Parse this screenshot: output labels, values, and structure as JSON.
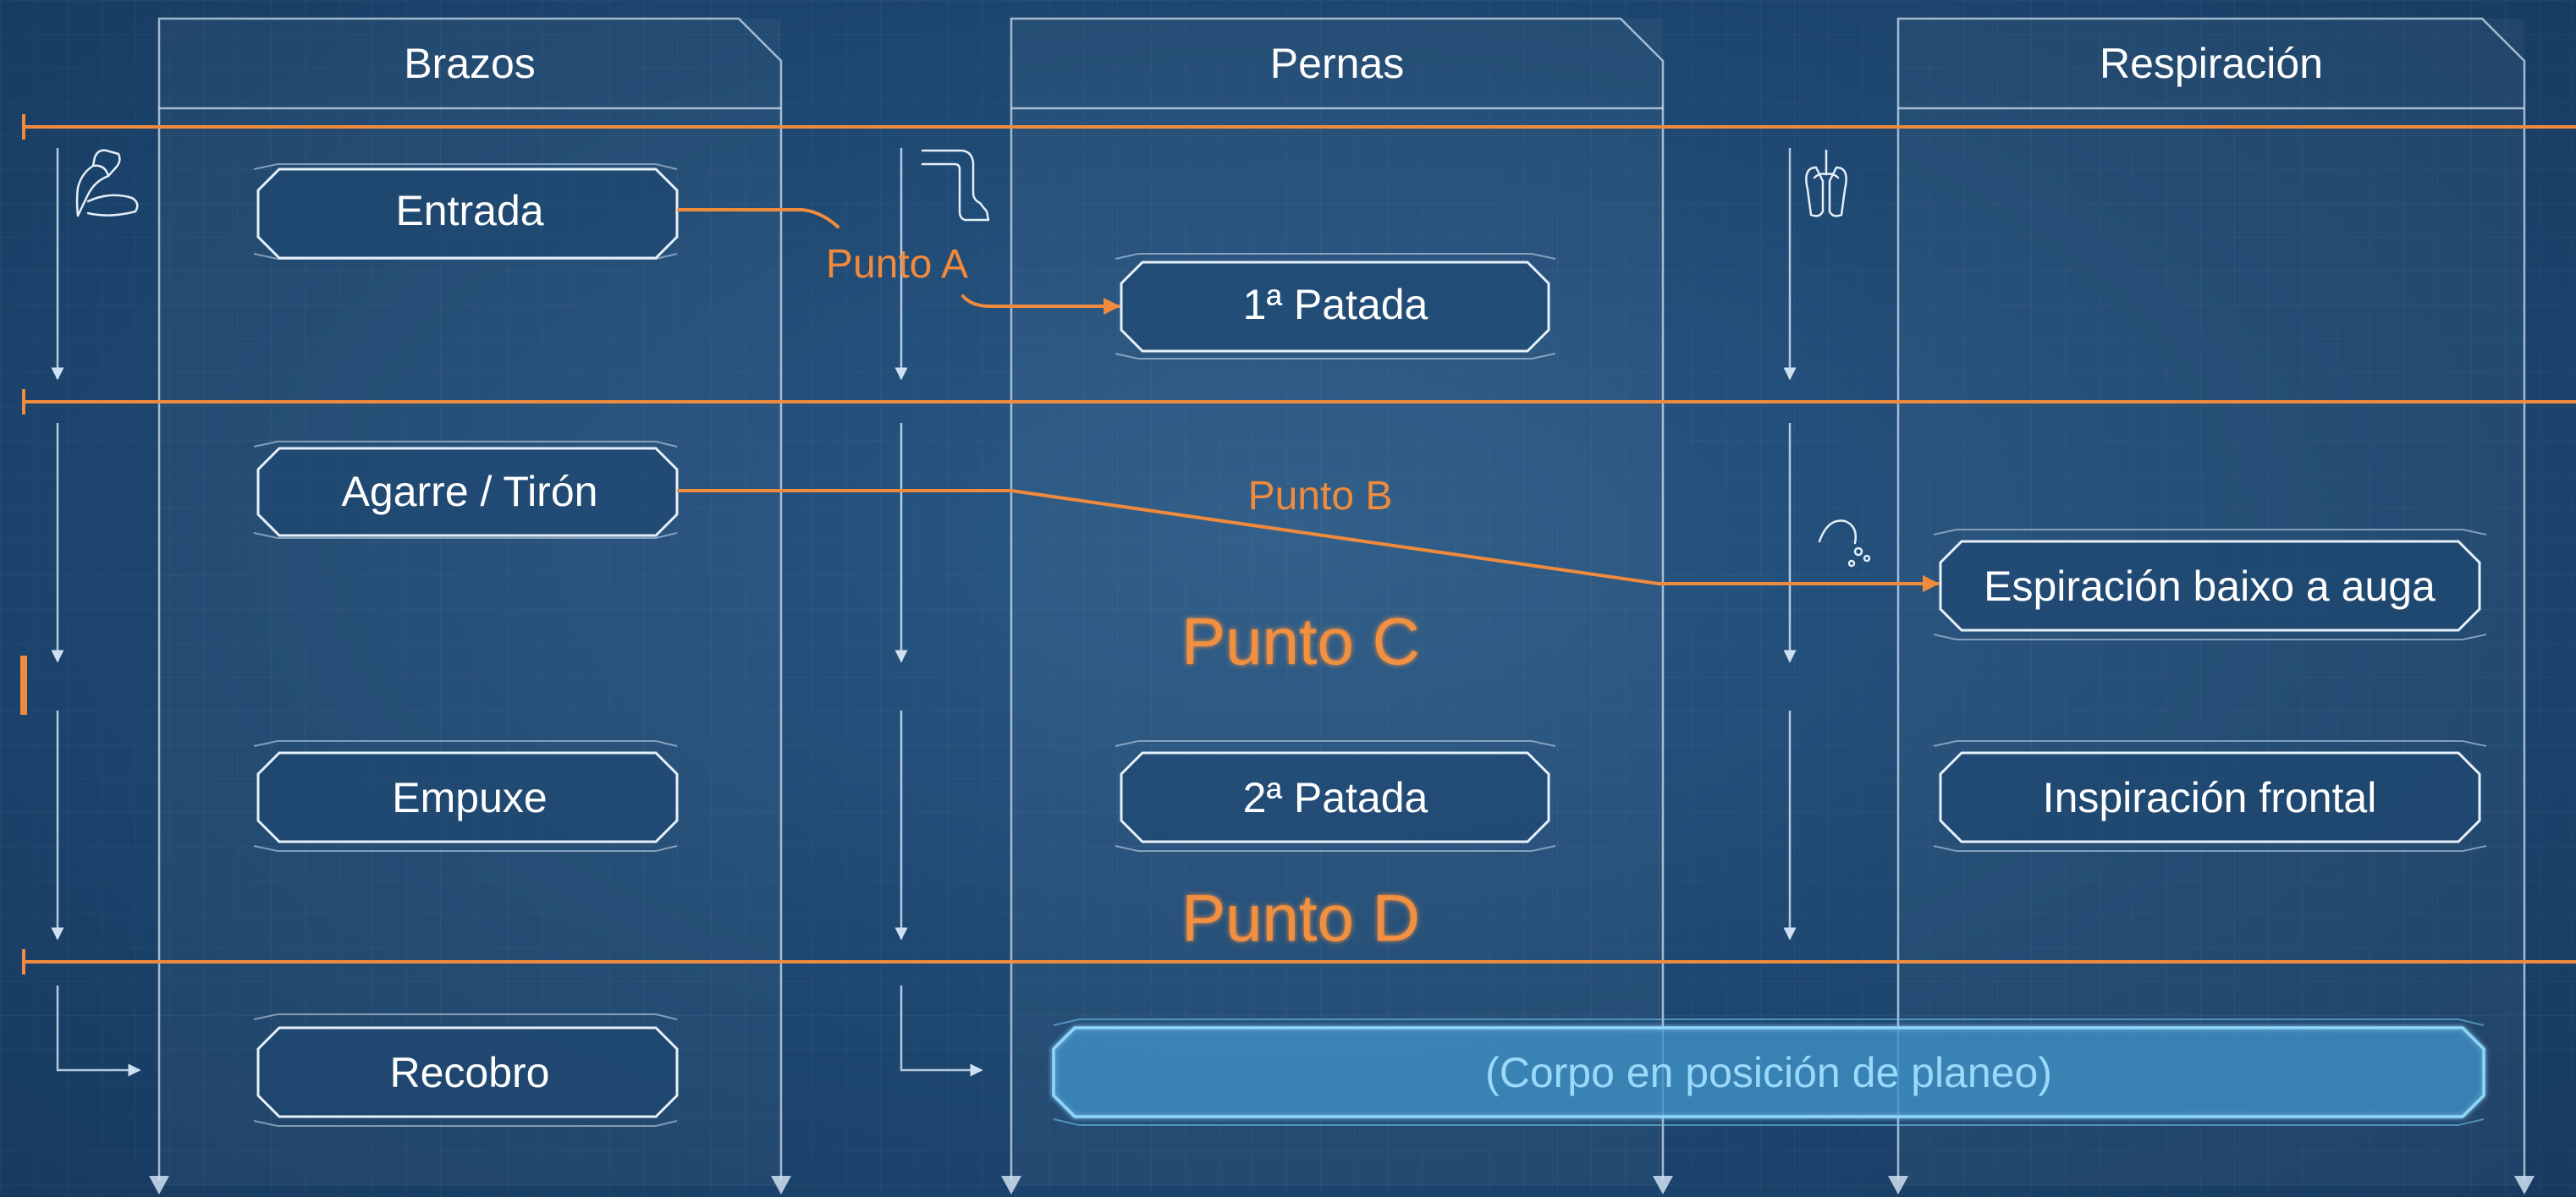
{
  "columns": [
    {
      "key": "arms",
      "title": "Brazos",
      "icon": "flexed-arm-icon"
    },
    {
      "key": "legs",
      "title": "Pernas",
      "icon": "leg-icon"
    },
    {
      "key": "breath",
      "title": "Respiración",
      "icon": "lungs-icon"
    }
  ],
  "steps": {
    "entrada": "Entrada",
    "patada1": "1ª Patada",
    "agarre": "Agarre / Tirón",
    "espiracion": "Espiración baixo a auga",
    "empuxe": "Empuxe",
    "patada2": "2ª Patada",
    "inspiracion": "Inspiración frontal",
    "recobro": "Recobro",
    "planeo": "(Corpo en posición de planeo)"
  },
  "points": {
    "a": "Punto A",
    "b": "Punto B",
    "c": "Punto C",
    "d": "Punto D"
  },
  "colors": {
    "background": "#1f4a74",
    "line": "#cfe0f2",
    "accent": "#f08a3c",
    "glide": "#6ec3ef"
  }
}
